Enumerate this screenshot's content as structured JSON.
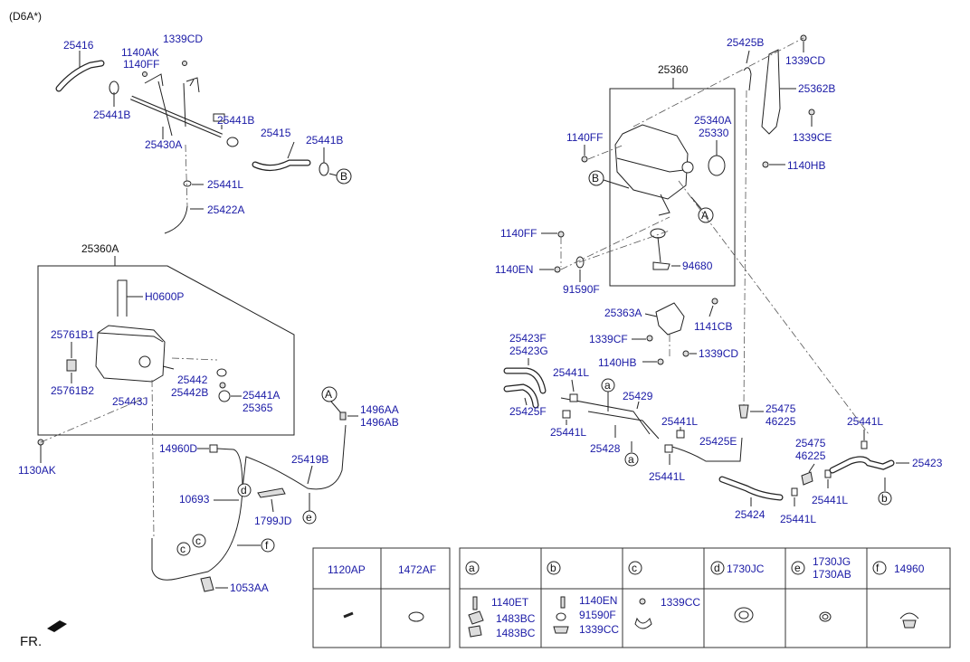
{
  "variant": "(D6A*)",
  "front_label": "FR.",
  "callouts": {
    "A": "A",
    "B": "B",
    "a": "a",
    "b": "b",
    "c": "c",
    "d": "d",
    "e": "e",
    "f": "f"
  },
  "parts": {
    "p25416": "25416",
    "p1140AK": "1140AK",
    "p1140FF_top": "1140FF",
    "p1339CD_top": "1339CD",
    "p25441B_1": "25441B",
    "p25430A": "25430A",
    "p25441B_2": "25441B",
    "p25415": "25415",
    "p25441B_3": "25441B",
    "p25441L_top": "25441L",
    "p25422A": "25422A",
    "p25360A": "25360A",
    "pH0600P": "H0600P",
    "p25761B1": "25761B1",
    "p25761B2": "25761B2",
    "p25442": "25442",
    "p25442B": "25442B",
    "p25443J": "25443J",
    "p25441A": "25441A",
    "p25365": "25365",
    "p1130AK": "1130AK",
    "p1496AA": "1496AA",
    "p1496AB": "1496AB",
    "p14960D": "14960D",
    "p25419B": "25419B",
    "p10693": "10693",
    "p1799JD": "1799JD",
    "p1053AA": "1053AA",
    "p25425B": "25425B",
    "p1339CD_r": "1339CD",
    "p25362B": "25362B",
    "p25360": "25360",
    "p25340A": "25340A",
    "p25330": "25330",
    "p1140FF_r1": "1140FF",
    "p1339CE": "1339CE",
    "p1140HB_r1": "1140HB",
    "p1140FF_r2": "1140FF",
    "p1140EN": "1140EN",
    "p94680": "94680",
    "p91590F": "91590F",
    "p25363A": "25363A",
    "p1141CB": "1141CB",
    "p1339CF": "1339CF",
    "p1339CD_b": "1339CD",
    "p1140HB_b": "1140HB",
    "p25423F": "25423F",
    "p25423G": "25423G",
    "p25441L_1": "25441L",
    "p25429": "25429",
    "p25425F": "25425F",
    "p25441L_2": "25441L",
    "p25428": "25428",
    "p25441L_3": "25441L",
    "p25425E": "25425E",
    "p25441L_4": "25441L",
    "p25475_1": "25475",
    "p46225_1": "46225",
    "p25475_2": "25475",
    "p46225_2": "46225",
    "p25441L_5": "25441L",
    "p25423": "25423",
    "p25424": "25424",
    "p25441L_6": "25441L",
    "p25441L_7": "25441L"
  },
  "legend_table": {
    "left": {
      "headers": [
        "1120AP",
        "1472AF"
      ]
    },
    "right": {
      "columns": [
        {
          "callout": "a",
          "title": "",
          "parts": [
            "1140ET",
            "1483BC",
            "1483BC"
          ]
        },
        {
          "callout": "b",
          "title": "",
          "parts": [
            "1140EN",
            "91590F",
            "1339CC"
          ]
        },
        {
          "callout": "c",
          "title": "",
          "parts": [
            "1339CC"
          ]
        },
        {
          "callout": "d",
          "title": "1730JC",
          "parts": []
        },
        {
          "callout": "e",
          "title": "1730JG",
          "title2": "1730AB",
          "parts": []
        },
        {
          "callout": "f",
          "title": "14960",
          "parts": []
        }
      ]
    }
  }
}
